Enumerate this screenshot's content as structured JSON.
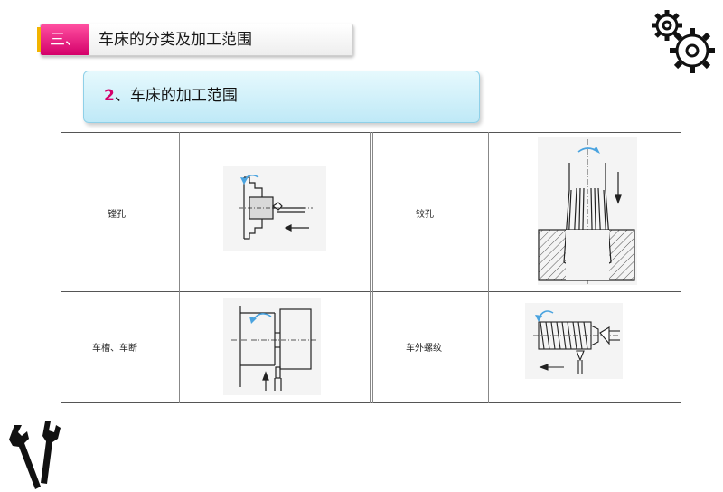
{
  "header": {
    "section_number": "三、",
    "section_title": "车床的分类及加工范围"
  },
  "subtitle": {
    "number": "2",
    "text": "、车床的加工范围"
  },
  "table": {
    "cells": [
      {
        "label": "镗孔"
      },
      {
        "label": "铰孔"
      },
      {
        "label": "车槽、车断"
      },
      {
        "label": "车外螺纹"
      }
    ]
  },
  "icons": [
    "gears-icon",
    "wrench-icon"
  ],
  "colors": {
    "accent": "#d4006a",
    "subtitle_bg": "#c8eef9",
    "badge_stripe": "#f2b400"
  }
}
